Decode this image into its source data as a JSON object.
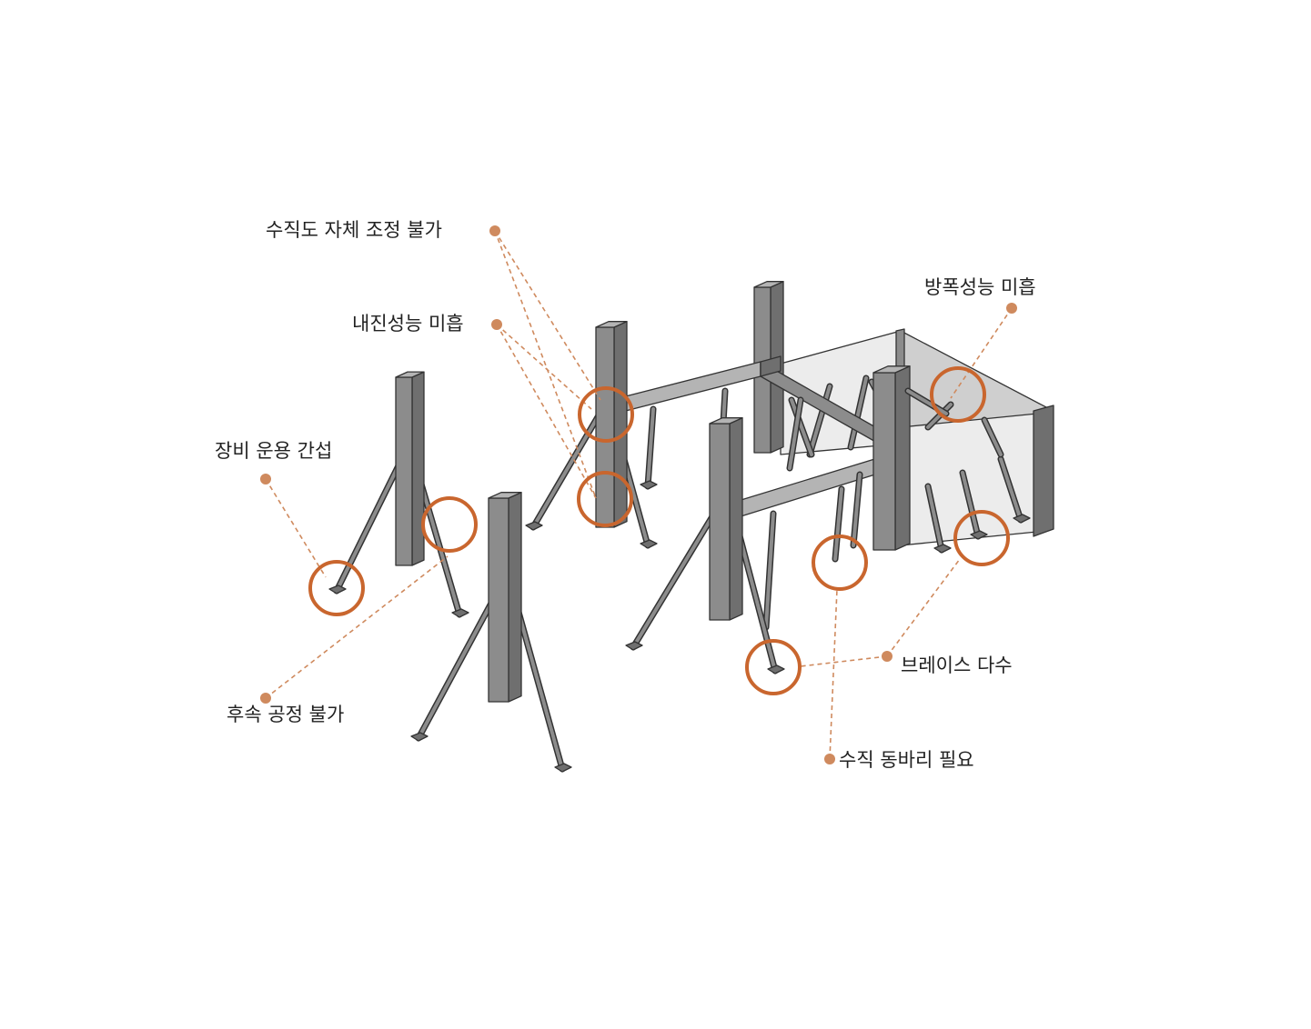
{
  "colors": {
    "accent": "#cf8a5e",
    "circle": "#c9662e",
    "steel_front": "#8c8c8c",
    "steel_side": "#6f6f6f",
    "steel_top": "#b4b4b4",
    "outline": "#333333",
    "panel": "#ececec",
    "panel_shade": "#cfcfcf"
  },
  "labels": {
    "vertical_self_adjust": "수직도 자체 조정 불가",
    "seismic": "내진성능 미흡",
    "blast": "방폭성능 미흡",
    "equipment": "장비 운용 간섭",
    "subsequent": "후속 공정 불가",
    "braces": "브레이스 다수",
    "vertical_shoring": "수직 동바리 필요"
  }
}
